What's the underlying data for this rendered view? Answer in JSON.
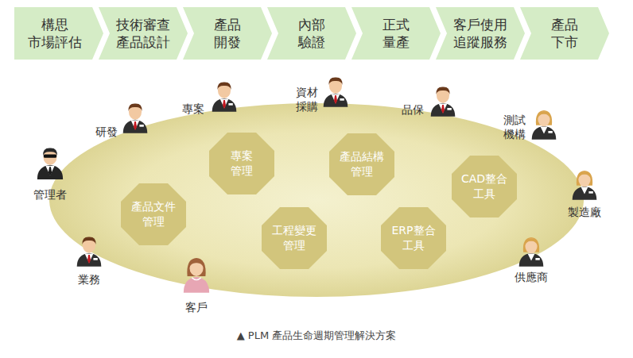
{
  "diagram": {
    "caption": "▲ PLM 產品生命週期管理解決方案",
    "nodes": [
      {
        "text": [
          "構思 市場評估"
        ]
      },
      {
        "text": [
          "技術審查 產品設計"
        ]
      },
      {
        "text": [
          "產品 開發"
        ]
      },
      {
        "text": [
          "內部 驗證"
        ]
      },
      {
        "text": [
          "正式 量產"
        ]
      },
      {
        "text": [
          "客戶使用 追蹤服務"
        ]
      },
      {
        "text": [
          "產品 下市"
        ]
      },
      {
        "text": [
          "專案 管理"
        ]
      },
      {
        "text": [
          "產品結構 管理"
        ]
      },
      {
        "text": [
          "CAD整合 工具"
        ]
      },
      {
        "text": [
          "產品文件 管理"
        ]
      },
      {
        "text": [
          "工程變更 管理"
        ]
      },
      {
        "text": [
          "ERP整合 工具"
        ]
      }
    ],
    "labels": [
      "資材 採購",
      "專案",
      "品保",
      "測試 機構",
      "研發",
      "管理者",
      "製造廠",
      "業務",
      "供應商",
      "客戶"
    ]
  }
}
